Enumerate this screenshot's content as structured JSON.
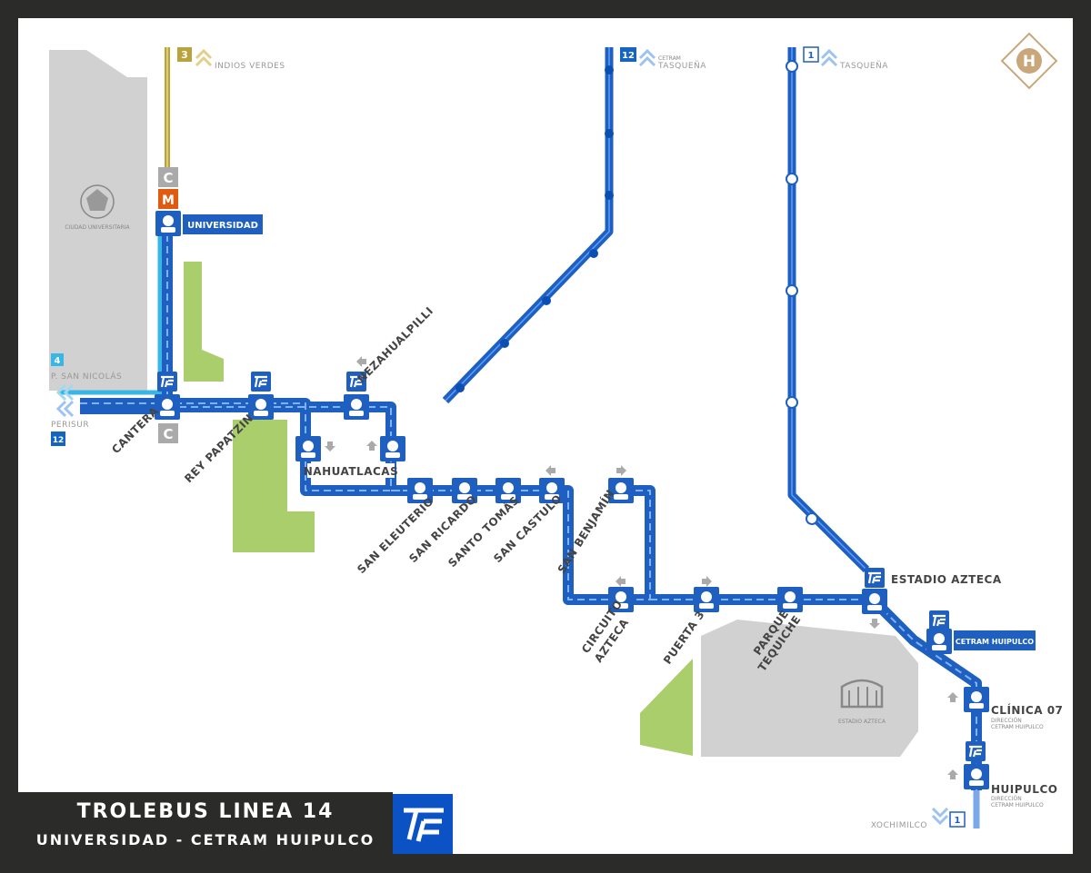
{
  "title": {
    "line1": "TROLEBUS LINEA 14",
    "line2": "UNIVERSIDAD - CETRAM HUIPULCO",
    "logo_icon": "trolebus-logo-icon"
  },
  "colors": {
    "line": "#1f5fc0",
    "line_dark": "#0b3f99",
    "metro12": "#1565c0",
    "metro3": "#b9a33a",
    "lightblue": "#38b6e6",
    "green": "#a9ce6b",
    "gray": "#d1d1d1"
  },
  "zones": {
    "ciudad_universitaria": "CIUDAD UNIVERSITARIA",
    "estadio_azteca": "ESTADIO AZTECA"
  },
  "stations": {
    "universidad": "UNIVERSIDAD",
    "cantera": "CANTERA",
    "rey_papatzin": "REY PAPATZIN",
    "nezahualpilli": "NEZAHUALPILLI",
    "nahuatlacas": "NAHUATLACAS",
    "san_eleuterio": "SAN ELEUTERIO",
    "san_ricardo": "SAN RICARDO",
    "santo_tomas": "SANTO TOMÁS",
    "san_castulo": "SAN CASTULO",
    "san_benjamin": "SAN BENJAMÍN",
    "circuito": "CIRCUITO",
    "azteca": "AZTECA",
    "puerta3": "PUERTA 3",
    "parque": "PARQUE",
    "tequiche": "TEQUICHE",
    "estadio_azteca": "ESTADIO AZTECA",
    "cetram_huipulco": "CETRAM HUIPULCO",
    "clinica07": "CLÍNICA 07",
    "huipulco": "HUIPULCO",
    "direccion": "DIRECCIÓN",
    "cetram_huipulco_small": "CETRAM HUIPULCO"
  },
  "connections": {
    "metro3_num": "3",
    "indios_verdes": "INDIOS VERDES",
    "metro12_num": "12",
    "cetram": "CETRAM",
    "tasquena": "TASQUEÑA",
    "tren1_num": "1",
    "tasquena2": "TASQUEÑA",
    "mb4_num": "4",
    "p_san_nicolas": "P. SAN NICOLÁS",
    "perisur": "PERISUR",
    "mb12_num": "12",
    "xochimilco": "XOCHIMILCO",
    "tren1b_num": "1",
    "metro_c": "C",
    "metro_m": "M"
  }
}
